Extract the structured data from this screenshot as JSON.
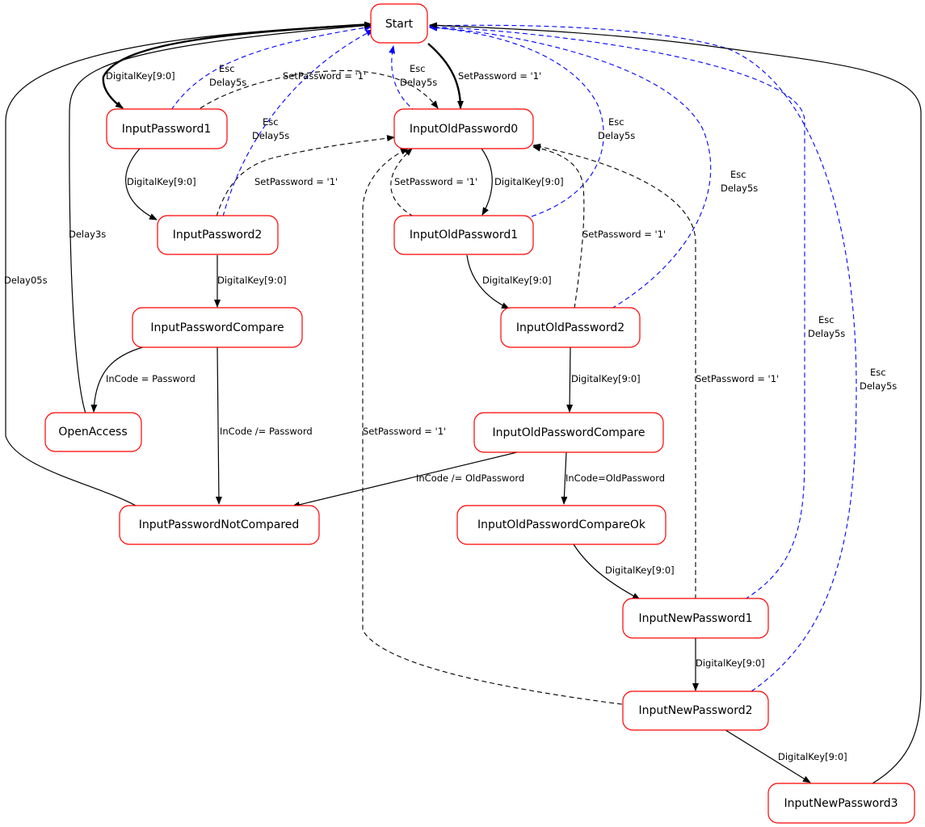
{
  "diagram": {
    "nodes": {
      "start": "Start",
      "input_password1": "InputPassword1",
      "input_password2": "InputPassword2",
      "input_password_compare": "InputPasswordCompare",
      "open_access": "OpenAccess",
      "input_password_not_compared": "InputPasswordNotCompared",
      "input_old_password0": "InputOldPassword0",
      "input_old_password1": "InputOldPassword1",
      "input_old_password2": "InputOldPassword2",
      "input_old_password_compare": "InputOldPasswordCompare",
      "input_old_password_compare_ok": "InputOldPasswordCompareOk",
      "input_new_password1": "InputNewPassword1",
      "input_new_password2": "InputNewPassword2",
      "input_new_password3": "InputNewPassword3"
    },
    "labels": {
      "digital_key": "DigitalKey[9:0]",
      "esc": "Esc",
      "delay5s": "Delay5s",
      "set_password": "SetPassword = '1'",
      "delay3s": "Delay3s",
      "delay05s": "Delay05s",
      "incode_password": "InCode = Password",
      "incode_not_password": "InCode /= Password",
      "incode_not_old": "InCode /= OldPassword",
      "incode_old": "InCode=OldPassword"
    },
    "colors": {
      "node_border": "#ff0000",
      "edge": "#000000",
      "esc_edge": "#0000ff"
    }
  }
}
